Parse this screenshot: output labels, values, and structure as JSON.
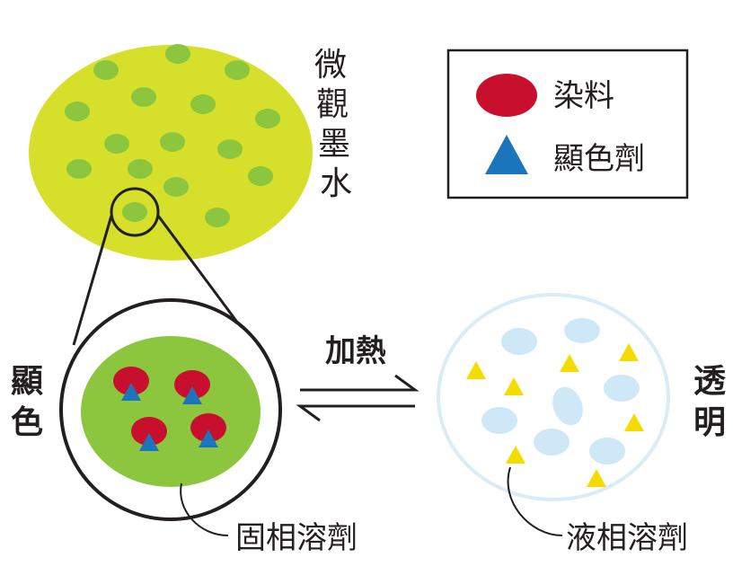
{
  "title_vertical": [
    "微",
    "觀",
    "墨",
    "水"
  ],
  "legend": {
    "dye": "染料",
    "developer": "顯色劑"
  },
  "left_state": [
    "顯",
    "色"
  ],
  "right_state": [
    "透",
    "明"
  ],
  "process": "加熱",
  "solid_solvent": "固相溶劑",
  "liquid_solvent": "液相溶劑",
  "colors": {
    "ink_circle": "#d6e02a",
    "ink_dot": "#8cc63f",
    "solid_circle": "#8cc63f",
    "dye": "#c8102e",
    "developer": "#1a75bc",
    "liquid_outline": "#d8edf7",
    "liquid_dot": "#cfe8f7",
    "triangle_yellow": "#f5dc00",
    "line": "#231f20"
  }
}
